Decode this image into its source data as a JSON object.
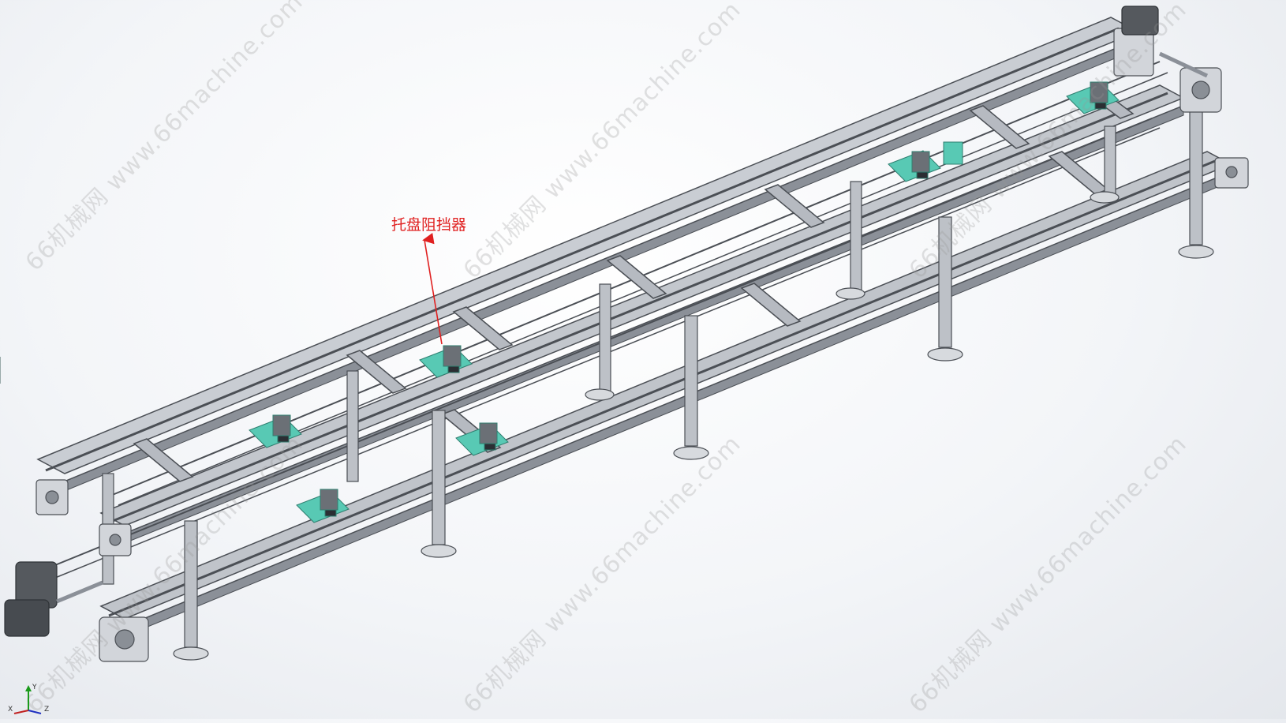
{
  "callout": {
    "label": "托盘阻挡器"
  },
  "watermark": {
    "text": "66机械网 www.66machine.com"
  },
  "triad": {
    "x": "X",
    "y": "Y",
    "z": "Z"
  },
  "colors": {
    "frame": "#5f636a",
    "frame_light": "#aeb3ba",
    "stopper_plate": "#58c9b4",
    "callout": "#e02020",
    "motor": "#55595e"
  },
  "icons": [
    "coordinate-triad-icon",
    "callout-arrow-icon"
  ]
}
